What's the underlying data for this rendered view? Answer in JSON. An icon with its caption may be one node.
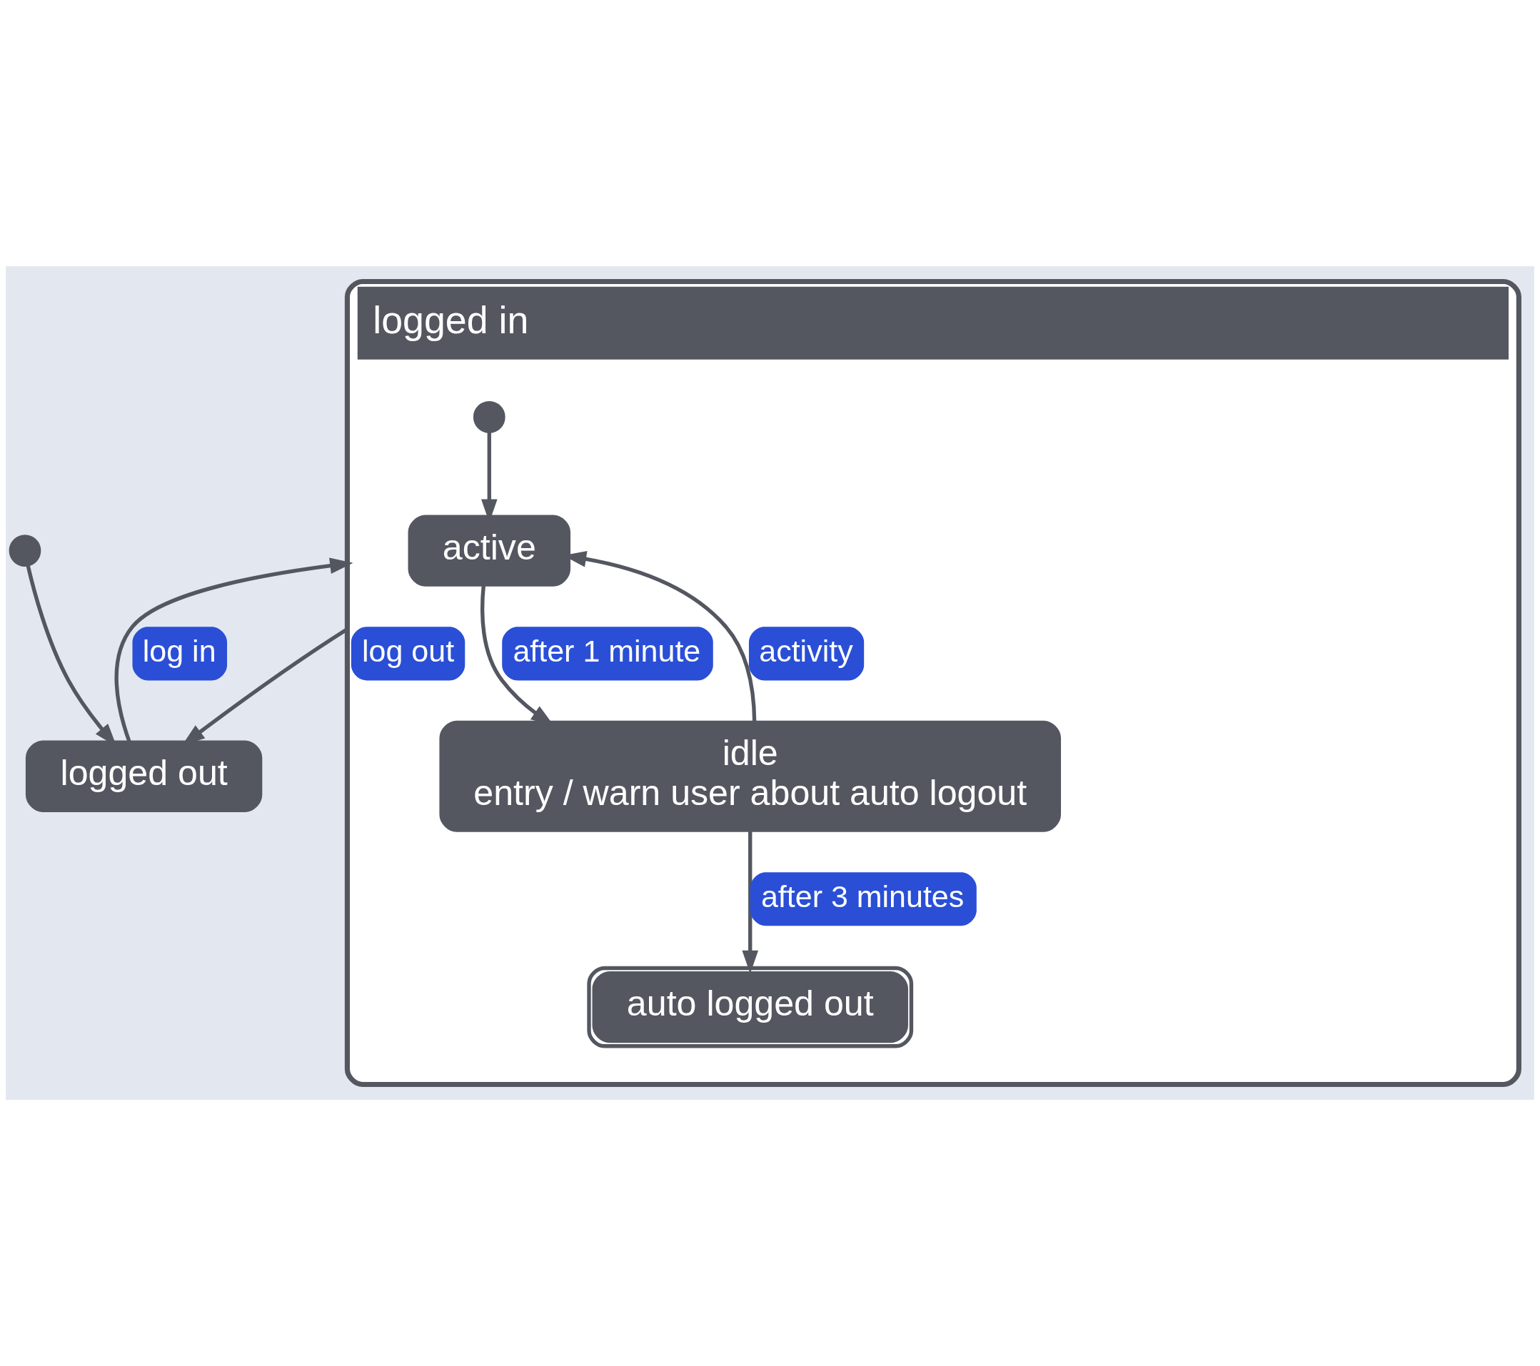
{
  "diagram": {
    "nodes": [
      {
        "text": [],
        "shape": "circle"
      },
      {
        "text": [
          "logged out"
        ]
      },
      {
        "text": [
          "logged in"
        ]
      },
      {
        "text": [],
        "shape": "circle",
        "in": 2
      },
      {
        "text": [
          "active"
        ],
        "in": 2
      },
      {
        "text": [
          "idle",
          "entry / warn user about auto logout"
        ],
        "in": 2
      },
      {
        "text": [
          "auto logged out"
        ],
        "in": 2
      }
    ],
    "edges": [
      {
        "from": 0,
        "to": 1,
        "arrow": "to"
      },
      {
        "from": 1,
        "to": 2,
        "arrow": "to",
        "label": "log in"
      },
      {
        "from": 2,
        "to": 1,
        "arrow": "to",
        "label": "log out"
      },
      {
        "from": 3,
        "to": 4,
        "arrow": "to"
      },
      {
        "from": 4,
        "to": 5,
        "arrow": "to",
        "label": "after 1 minute"
      },
      {
        "from": 5,
        "to": 4,
        "arrow": "to",
        "label": "activity"
      },
      {
        "from": 5,
        "to": 6,
        "arrow": "to",
        "label": "after 3 minutes"
      }
    ]
  }
}
